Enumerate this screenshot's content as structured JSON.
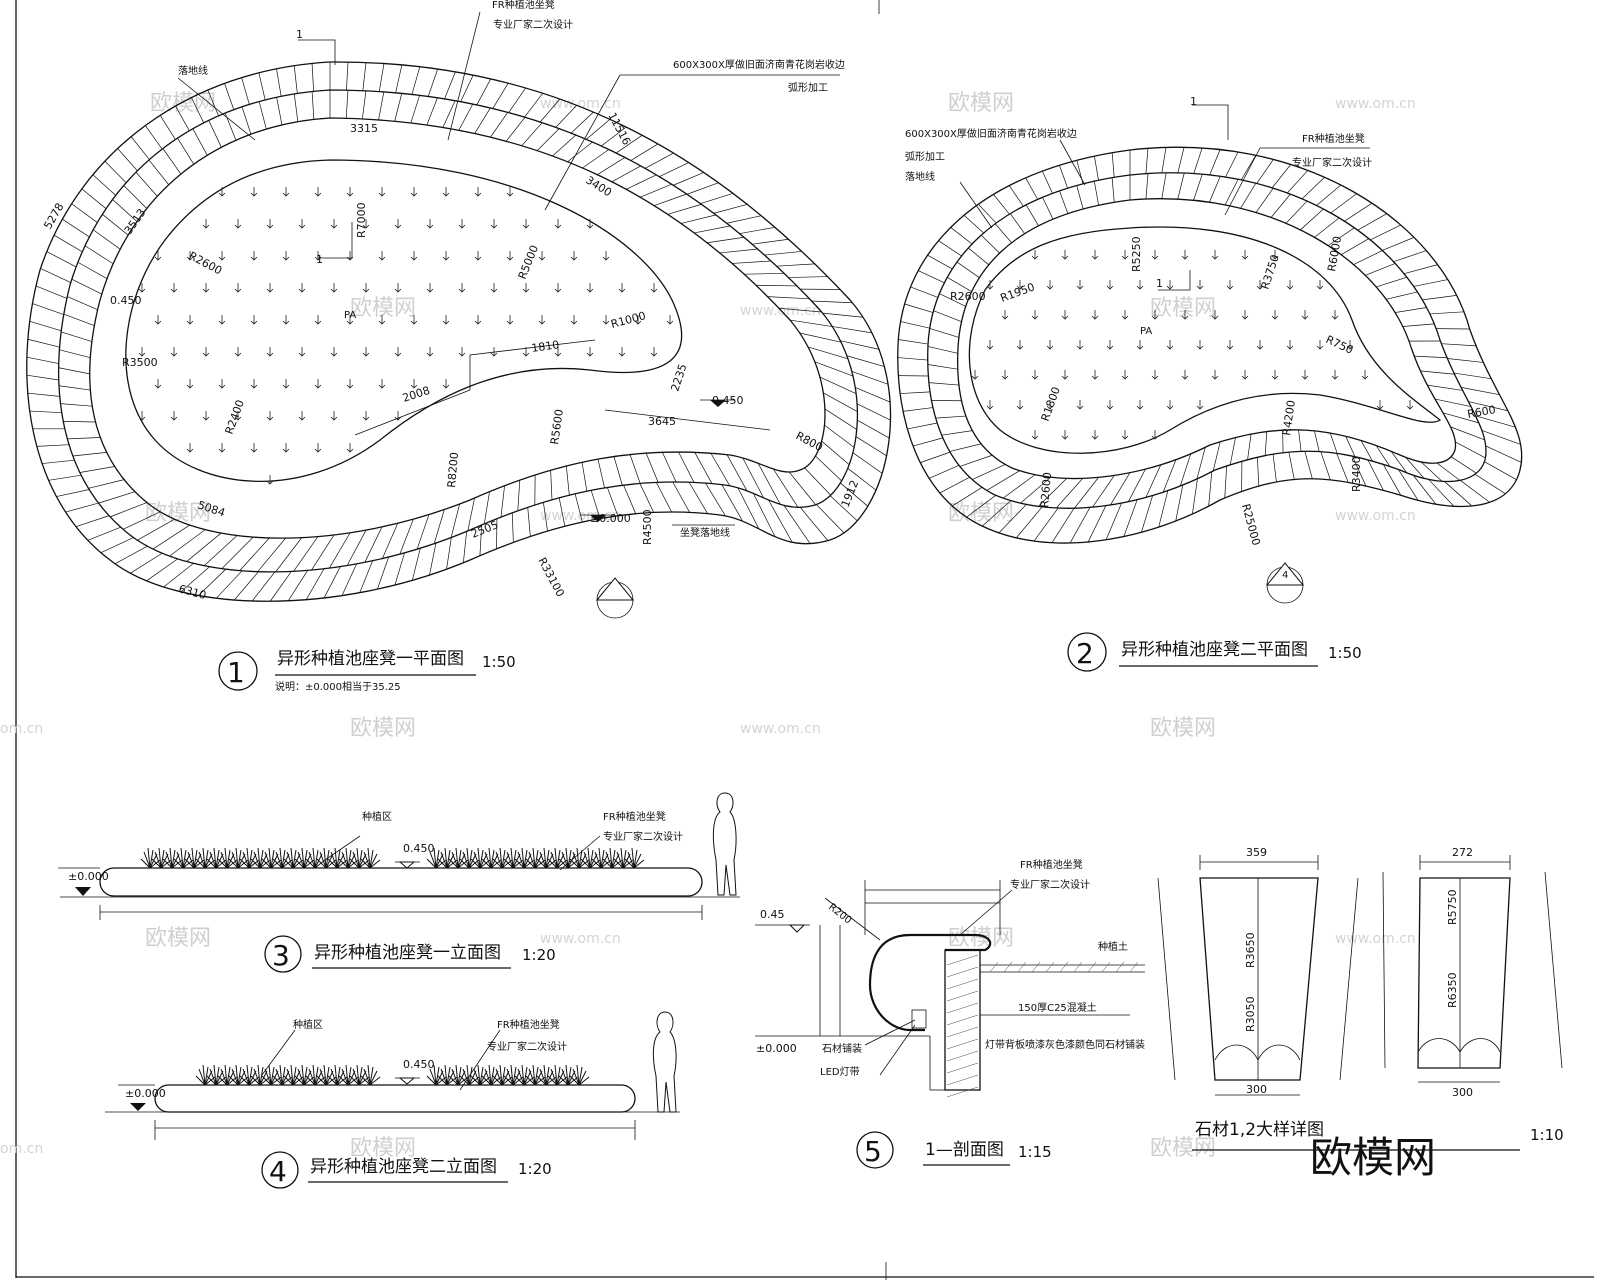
{
  "watermarks": {
    "brand": "欧模网",
    "site": "www.om.cn",
    "site_short": "om.cn"
  },
  "plan1": {
    "title": "异形种植池座凳一平面图",
    "number": "1",
    "scale": "1:50",
    "note": "说明：±0.000相当于35.25",
    "section_mark": "1",
    "center_label": "PA",
    "annotations": {
      "fr": "FR种植池坐凳",
      "designer": "专业厂家二次设计",
      "stone": "600X300X厚做旧面济南青花岗岩收边",
      "arc": "弧形加工",
      "ground_line": "落地线",
      "seat_ground": "坐凳落地线"
    },
    "dims": [
      "R7000",
      "R2600",
      "R3500",
      "R2400",
      "R5000",
      "R1000",
      "R8200",
      "R5600",
      "R800",
      "R4500",
      "R33100",
      "1810",
      "2008",
      "2235",
      "3645",
      "2505",
      "5084",
      "6310",
      "1912",
      "5278",
      "3513",
      "3315",
      "11516",
      "3400"
    ],
    "levels": [
      "0.450",
      "0.450",
      "±0.000"
    ]
  },
  "plan2": {
    "title": "异形种植池座凳二平面图",
    "number": "2",
    "scale": "1:50",
    "section_mark": "1",
    "center_label": "PA",
    "annotations": {
      "stone": "600X300X厚做旧面济南青花岗岩收边",
      "arc": "弧形加工",
      "ground_line": "落地线",
      "fr": "FR种植池坐凳",
      "designer": "专业厂家二次设计"
    },
    "dims": [
      "R5250",
      "R3750",
      "R6000",
      "R2600",
      "R1950",
      "R750",
      "R1800",
      "R4200",
      "R600",
      "R2600",
      "R25000",
      "R3400"
    ],
    "detail_mark": "4"
  },
  "elev3": {
    "title": "异形种植池座凳一立面图",
    "number": "3",
    "scale": "1:20",
    "planting": "种植区",
    "fr": "FR种植池坐凳",
    "designer": "专业厂家二次设计",
    "level_top": "0.450",
    "level_base": "±0.000"
  },
  "elev4": {
    "title": "异形种植池座凳二立面图",
    "number": "4",
    "scale": "1:20",
    "planting": "种植区",
    "fr": "FR种植池坐凳",
    "designer": "专业厂家二次设计",
    "level_top": "0.450",
    "level_base": "±0.000"
  },
  "section5": {
    "title": "1—剖面图",
    "number": "5",
    "scale": "1:15",
    "radius": "R200",
    "fr": "FR种植池坐凳",
    "designer": "专业厂家二次设计",
    "planting_soil": "种植土",
    "concrete": "150厚C25混凝土",
    "finish": "灯带背板喷漆灰色漆颜色同石材铺装",
    "stone_paving": "石材铺装",
    "led": "LED灯带",
    "level_top": "0.45",
    "level_base": "±0.000"
  },
  "details": {
    "title": "石材1,2大样详图",
    "scale": "1:10",
    "left": {
      "top": "359",
      "bottom": "300",
      "r1": "R3650",
      "r2": "R3050"
    },
    "right": {
      "top": "272",
      "bottom": "300",
      "r1": "R5750",
      "r2": "R6350"
    }
  }
}
